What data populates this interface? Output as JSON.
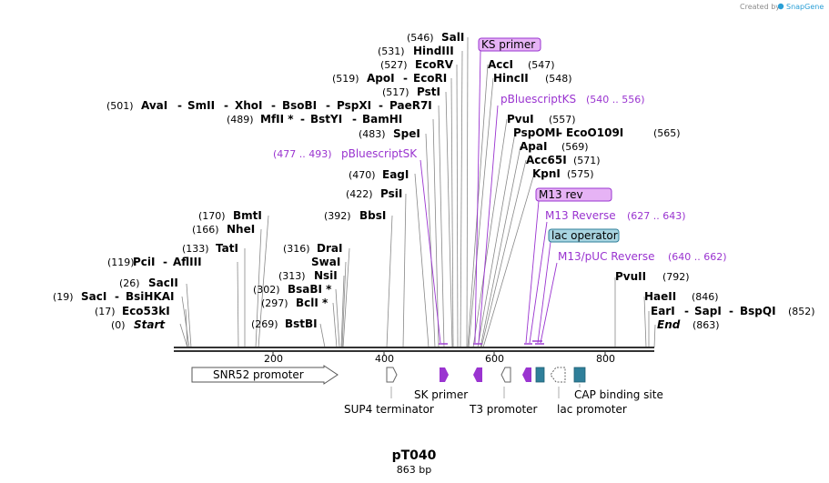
{
  "credit": {
    "text": "Created by",
    "brand": "SnapGene"
  },
  "plasmid": {
    "name": "pT040",
    "length": "863 bp"
  },
  "ruler": [
    {
      "label": "200"
    },
    {
      "label": "400"
    },
    {
      "label": "600"
    },
    {
      "label": "800"
    }
  ],
  "sites": [
    {
      "pos": "(0)",
      "names": [
        "Start"
      ]
    },
    {
      "pos": "(17)",
      "names": [
        "Eco53kI"
      ]
    },
    {
      "pos": "(19)",
      "names": [
        "SacI",
        "BsiHKAI"
      ]
    },
    {
      "pos": "(26)",
      "names": [
        "SacII"
      ]
    },
    {
      "pos": "(119)",
      "names": [
        "PciI",
        "AflIII"
      ]
    },
    {
      "pos": "(133)",
      "names": [
        "TatI"
      ]
    },
    {
      "pos": "(166)",
      "names": [
        "NheI"
      ]
    },
    {
      "pos": "(170)",
      "names": [
        "BmtI"
      ]
    },
    {
      "pos": "(269)",
      "names": [
        "BstBI"
      ]
    },
    {
      "pos": "(297)",
      "names": [
        "BclI *"
      ]
    },
    {
      "pos": "(302)",
      "names": [
        "BsaBI *"
      ]
    },
    {
      "pos": "(313)",
      "names": [
        "NsiI"
      ]
    },
    {
      "pos": "",
      "names": [
        "SwaI"
      ]
    },
    {
      "pos": "(316)",
      "names": [
        "DraI"
      ]
    },
    {
      "pos": "(392)",
      "names": [
        "BbsI"
      ]
    },
    {
      "pos": "(422)",
      "names": [
        "PsiI"
      ]
    },
    {
      "pos": "(470)",
      "names": [
        "EagI"
      ]
    },
    {
      "pos": "(483)",
      "names": [
        "SpeI"
      ]
    },
    {
      "pos": "(489)",
      "names": [
        "MfII *",
        "BstYI",
        "BamHI"
      ]
    },
    {
      "pos": "(501)",
      "names": [
        "AvaI",
        "SmII",
        "XhoI",
        "BsoBI",
        "PspXI",
        "PaeR7I"
      ]
    },
    {
      "pos": "(517)",
      "names": [
        "PstI"
      ]
    },
    {
      "pos": "(519)",
      "names": [
        "ApoI",
        "EcoRI"
      ]
    },
    {
      "pos": "(527)",
      "names": [
        "EcoRV"
      ]
    },
    {
      "pos": "(531)",
      "names": [
        "HindIII"
      ]
    },
    {
      "pos": "(546)",
      "names": [
        "SalI"
      ]
    },
    {
      "pos": "(547)",
      "names": [
        "AccI"
      ]
    },
    {
      "pos": "(548)",
      "names": [
        "HincII"
      ]
    },
    {
      "pos": "(557)",
      "names": [
        "PvuI"
      ]
    },
    {
      "pos": "(565)",
      "names": [
        "PspOMI",
        "EcoO109I"
      ]
    },
    {
      "pos": "(569)",
      "names": [
        "ApaI"
      ]
    },
    {
      "pos": "(571)",
      "names": [
        "Acc65I"
      ]
    },
    {
      "pos": "(575)",
      "names": [
        "KpnI"
      ]
    },
    {
      "pos": "(792)",
      "names": [
        "PvuII"
      ]
    },
    {
      "pos": "(846)",
      "names": [
        "HaeII"
      ]
    },
    {
      "pos": "(852)",
      "names": [
        "EarI",
        "SapI",
        "BspQI"
      ]
    },
    {
      "pos": "(863)",
      "names": [
        "End"
      ]
    }
  ],
  "primers": [
    {
      "name": "pBluescriptSK",
      "range": "(477 .. 493)"
    },
    {
      "name": "KS primer",
      "range": ""
    },
    {
      "name": "pBluescriptKS",
      "range": "(540 .. 556)"
    },
    {
      "name": "M13 rev",
      "range": ""
    },
    {
      "name": "M13 Reverse",
      "range": "(627 .. 643)"
    },
    {
      "name": "lac operator",
      "range": ""
    },
    {
      "name": "M13/pUC Reverse",
      "range": "(640 .. 662)"
    }
  ],
  "features": [
    {
      "name": "SNR52 promoter"
    },
    {
      "name": "SUP4 terminator"
    },
    {
      "name": "SK primer"
    },
    {
      "name": "T3 promoter"
    },
    {
      "name": "lac promoter"
    },
    {
      "name": "CAP binding site"
    }
  ],
  "colors": {
    "primer": "#9a34d0",
    "primer_box": "#e6b3f5",
    "operator_box": "#a8d4e0",
    "cap_site": "#2f7f9a",
    "backbone": "#333333"
  }
}
